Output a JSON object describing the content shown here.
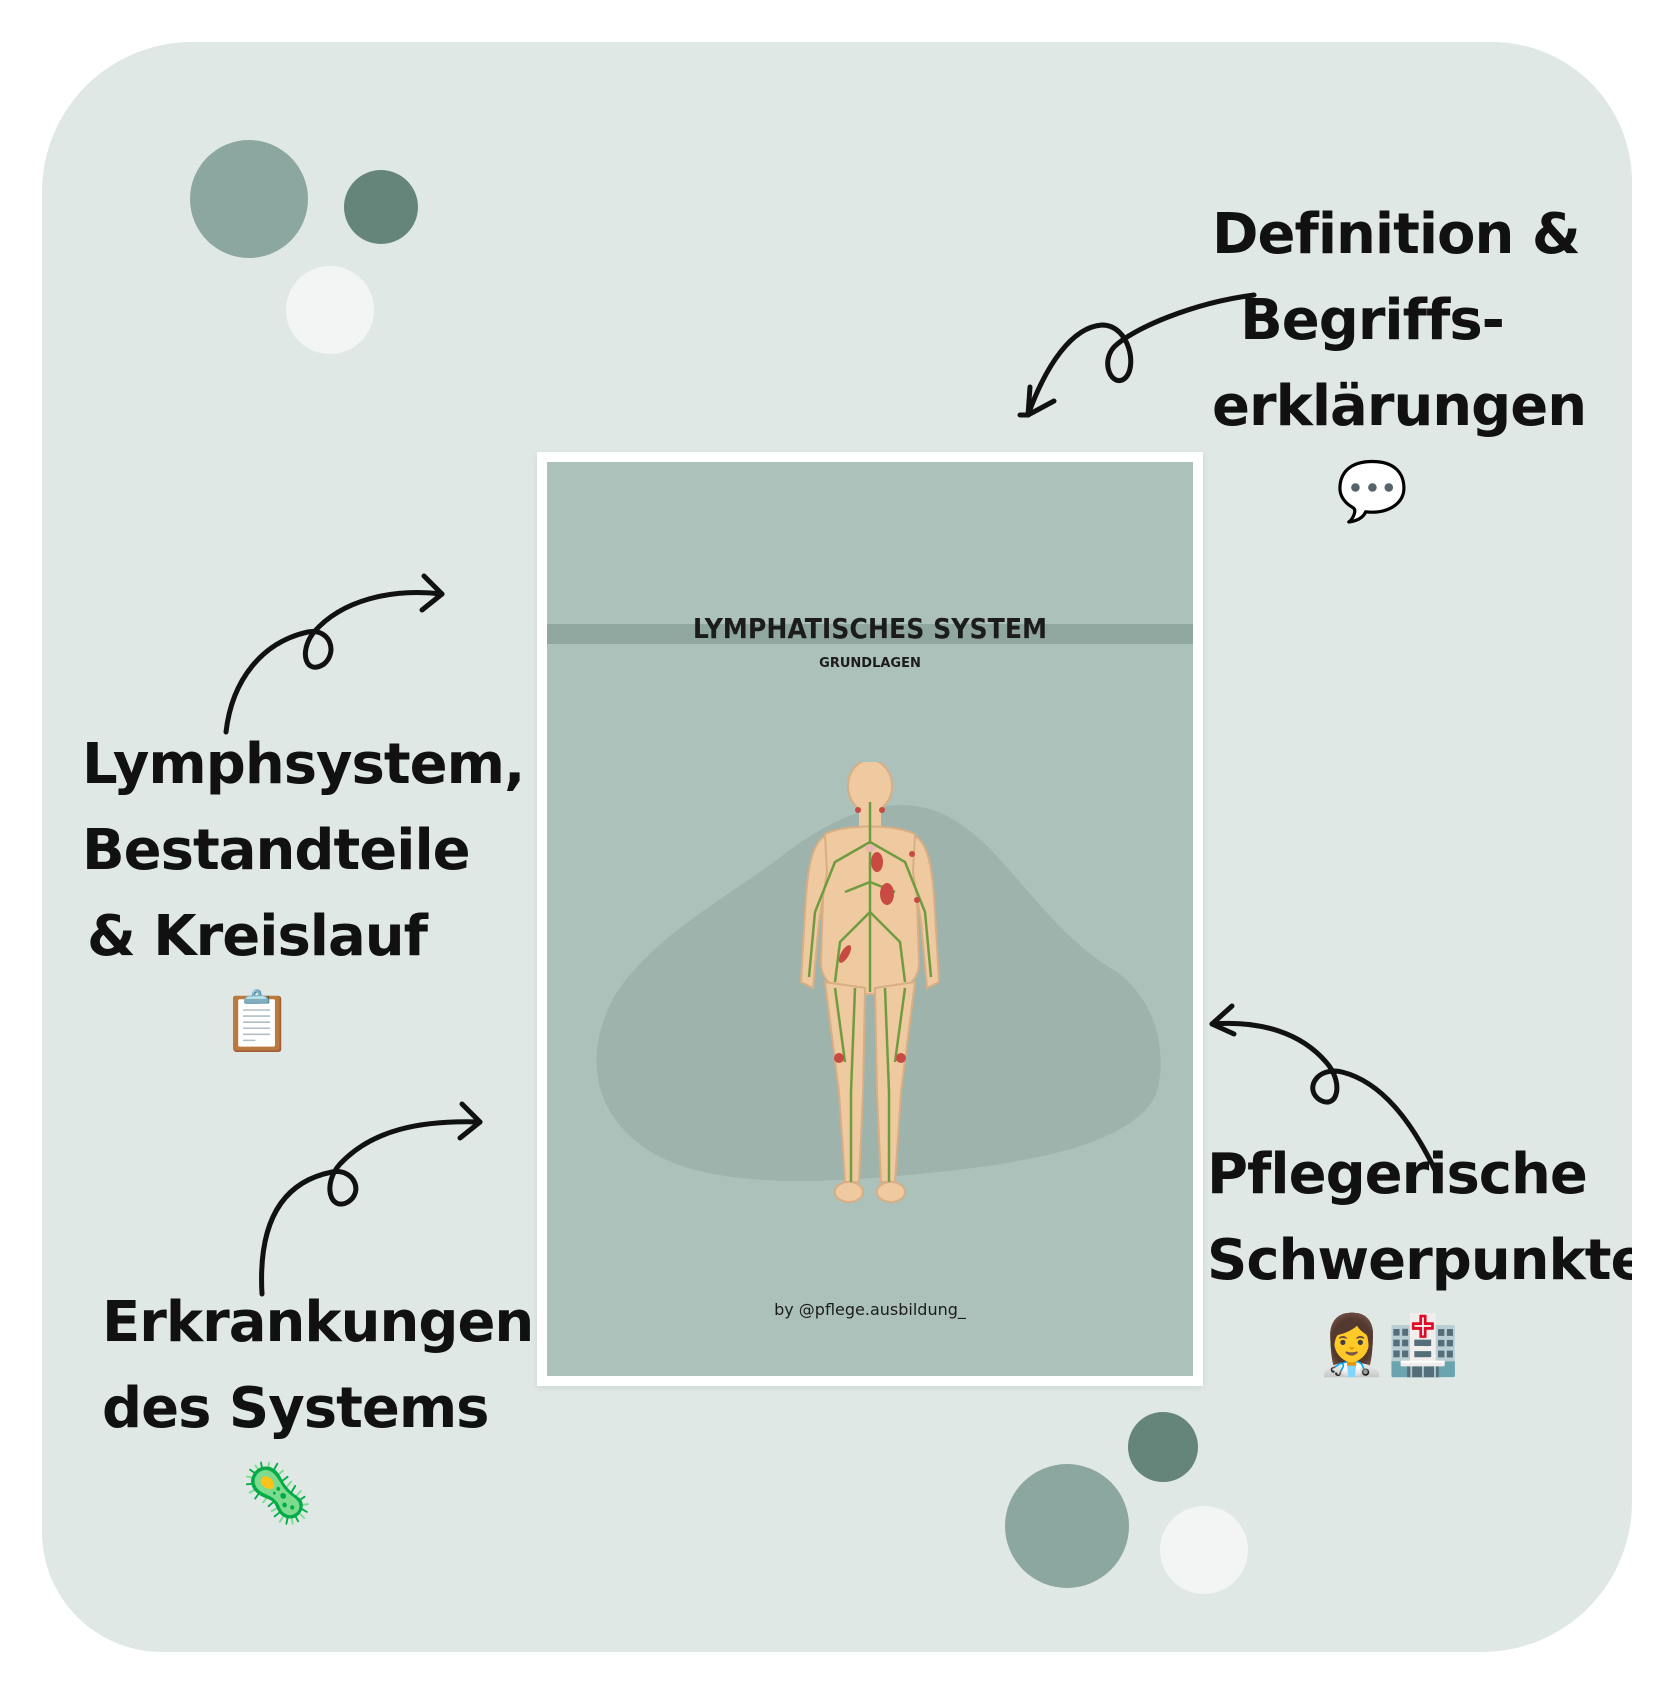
{
  "colors": {
    "card_background": "#e0e8e5",
    "dot_light": "#8ca79f",
    "dot_dark": "#65857a",
    "dot_white": "#f3f5f4",
    "poster_background": "#abc1b9",
    "poster_band": "#8fa79f"
  },
  "poster": {
    "title": "LYMPHATISCHES SYSTEM",
    "subtitle": "GRUNDLAGEN",
    "credit": "by @pflege.ausbildung_"
  },
  "features": {
    "top_right": {
      "lines": [
        "Definition &",
        "Begriffs-",
        "erklärungen"
      ],
      "emoji": "💬",
      "icon": "speech-bubble-icon"
    },
    "left_middle": {
      "lines": [
        "Lymphsystem,",
        "Bestandteile",
        "& Kreislauf"
      ],
      "emoji": "📋",
      "icon": "clipboard-icon"
    },
    "left_bottom": {
      "lines": [
        "Erkrankungen",
        "des Systems"
      ],
      "emoji": "🦠",
      "icon": "virus-icon"
    },
    "right_bottom": {
      "lines": [
        "Pflegerische",
        "Schwerpunkte"
      ],
      "emoji": "👩‍⚕️🏥",
      "icon": "nurse-hospital-icon"
    }
  }
}
